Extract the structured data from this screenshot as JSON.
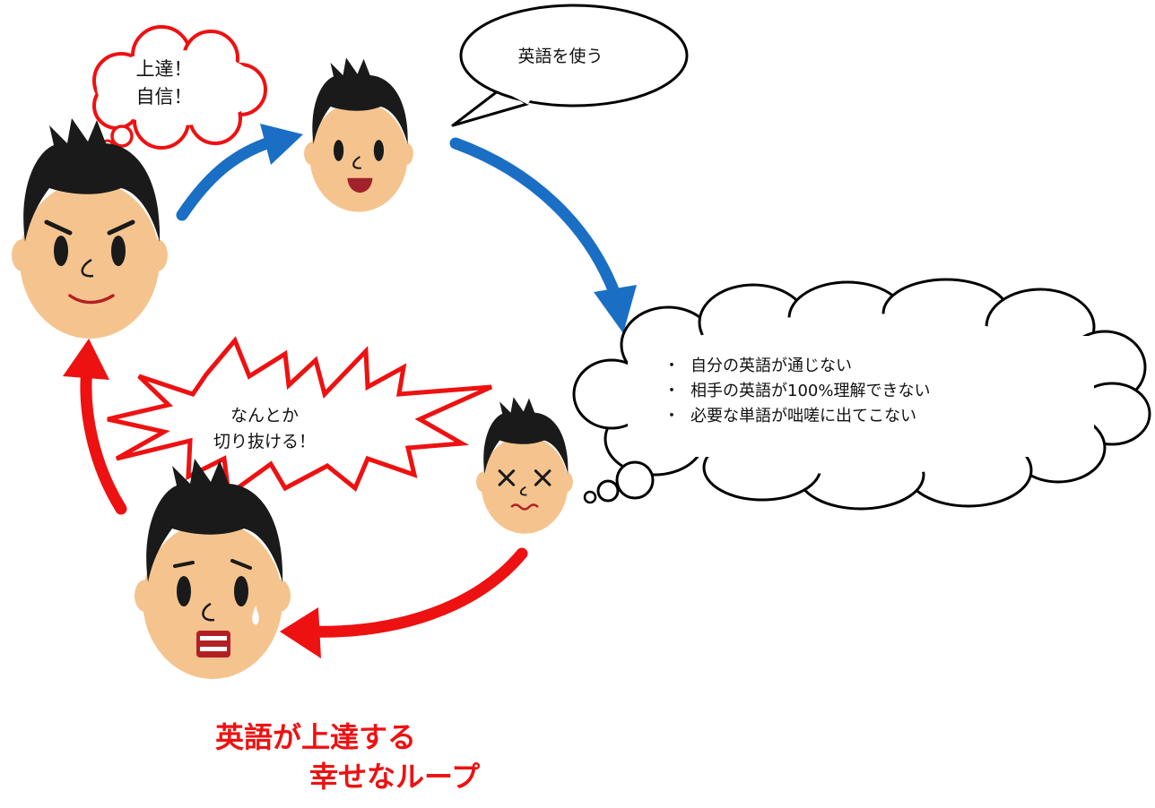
{
  "speech_bubble": {
    "text": "英語を使う"
  },
  "thought_top": {
    "lines": [
      "上達！",
      "自信！"
    ]
  },
  "burst": {
    "lines": [
      "なんとか",
      "切り抜ける！"
    ]
  },
  "cloud": {
    "items": [
      "自分の英語が通じない",
      "相手の英語が100%理解できない",
      "必要な単語が咄嗟に出てこない"
    ]
  },
  "caption": {
    "lines": [
      "英語が上達する",
      "幸せなループ"
    ]
  },
  "colors": {
    "blue_arrow": "#1a6fc4",
    "red_arrow": "#ee1111",
    "skin": "#f5c48e",
    "hair": "#1a1a1a",
    "caption": "#ee1111"
  }
}
